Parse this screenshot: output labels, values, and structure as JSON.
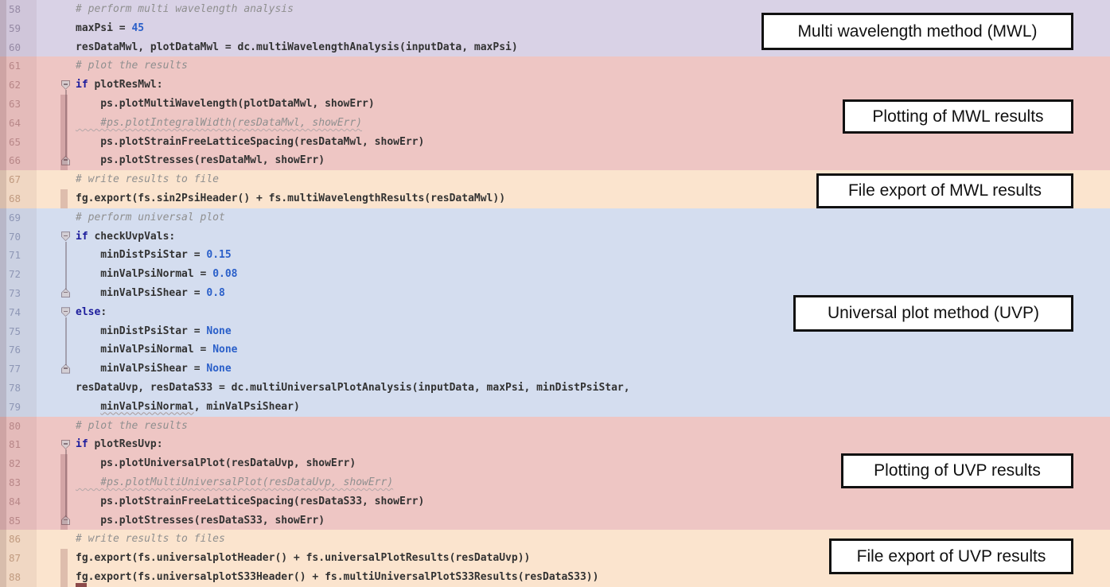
{
  "colors": {
    "band_purple": "#d9d2e6",
    "band_red": "#eec6c4",
    "band_orange": "#fbe4ce",
    "band_blue": "#d4ddef",
    "keyword": "#1c1c9c",
    "number": "#2a5fc9",
    "comment": "#8f8f8f",
    "text": "#323232",
    "box_border": "#111111",
    "box_bg": "#ffffff"
  },
  "editor": {
    "lines": [
      {
        "n": "58",
        "band": "purple",
        "fold": "none",
        "segs": [
          [
            "c",
            "# perform multi wavelength analysis"
          ]
        ]
      },
      {
        "n": "59",
        "band": "purple",
        "fold": "none",
        "segs": [
          [
            "d",
            "maxPsi = "
          ],
          [
            "n",
            "45"
          ]
        ]
      },
      {
        "n": "60",
        "band": "purple",
        "fold": "none",
        "segs": [
          [
            "d",
            "resDataMwl, plotDataMwl = dc.multiWavelengthAnalysis(inputData, maxPsi)"
          ]
        ]
      },
      {
        "n": "61",
        "band": "red",
        "fold": "none",
        "segs": [
          [
            "c",
            "# plot the results"
          ]
        ]
      },
      {
        "n": "62",
        "band": "red",
        "fold": "open",
        "segs": [
          [
            "k",
            "if"
          ],
          [
            "d",
            " plotResMwl:"
          ]
        ]
      },
      {
        "n": "63",
        "band": "red",
        "fold": "none",
        "segs": [
          [
            "d",
            "    ps.plotMultiWavelength(plotDataMwl, showErr)"
          ]
        ]
      },
      {
        "n": "64",
        "band": "red",
        "fold": "none",
        "segs": [
          [
            "cu",
            "    #ps.plotIntegralWidth(resDataMwl, showErr)"
          ]
        ]
      },
      {
        "n": "65",
        "band": "red",
        "fold": "none",
        "segs": [
          [
            "d",
            "    ps.plotStrainFreeLatticeSpacing(resDataMwl, showErr)"
          ]
        ]
      },
      {
        "n": "66",
        "band": "red",
        "fold": "close",
        "segs": [
          [
            "d",
            "    ps.plotStresses(resDataMwl, showErr)"
          ]
        ]
      },
      {
        "n": "67",
        "band": "orange",
        "fold": "none",
        "segs": [
          [
            "c",
            "# write results to file"
          ]
        ]
      },
      {
        "n": "68",
        "band": "orange",
        "fold": "none",
        "segs": [
          [
            "d",
            "fg.export(fs.sin2PsiHeader() + fs.multiWavelengthResults(resDataMwl))"
          ]
        ]
      },
      {
        "n": "69",
        "band": "blue",
        "fold": "none",
        "segs": [
          [
            "c",
            "# perform universal plot"
          ]
        ]
      },
      {
        "n": "70",
        "band": "blue",
        "fold": "open",
        "segs": [
          [
            "k",
            "if"
          ],
          [
            "d",
            " checkUvpVals:"
          ]
        ]
      },
      {
        "n": "71",
        "band": "blue",
        "fold": "none",
        "segs": [
          [
            "d",
            "    minDistPsiStar = "
          ],
          [
            "n",
            "0.15"
          ]
        ]
      },
      {
        "n": "72",
        "band": "blue",
        "fold": "none",
        "segs": [
          [
            "d",
            "    minValPsiNormal = "
          ],
          [
            "n",
            "0.08"
          ]
        ]
      },
      {
        "n": "73",
        "band": "blue",
        "fold": "close",
        "segs": [
          [
            "d",
            "    minValPsiShear = "
          ],
          [
            "n",
            "0.8"
          ]
        ]
      },
      {
        "n": "74",
        "band": "blue",
        "fold": "open",
        "segs": [
          [
            "k",
            "else"
          ],
          [
            "d",
            ":"
          ]
        ]
      },
      {
        "n": "75",
        "band": "blue",
        "fold": "none",
        "segs": [
          [
            "d",
            "    minDistPsiStar = "
          ],
          [
            "n",
            "None"
          ]
        ]
      },
      {
        "n": "76",
        "band": "blue",
        "fold": "none",
        "segs": [
          [
            "d",
            "    minValPsiNormal = "
          ],
          [
            "n",
            "None"
          ]
        ]
      },
      {
        "n": "77",
        "band": "blue",
        "fold": "close",
        "segs": [
          [
            "d",
            "    minValPsiShear = "
          ],
          [
            "n",
            "None"
          ]
        ]
      },
      {
        "n": "78",
        "band": "blue",
        "fold": "none",
        "segs": [
          [
            "d",
            "resDataUvp, resDataS33 = dc.multiUniversalPlotAnalysis(inputData, maxPsi, minDistPsiStar,"
          ]
        ]
      },
      {
        "n": "79",
        "band": "blue",
        "fold": "none",
        "segs": [
          [
            "d",
            "    "
          ],
          [
            "du",
            "minValPsiNormal"
          ],
          [
            "d",
            ", minValPsiShear)"
          ]
        ]
      },
      {
        "n": "80",
        "band": "red",
        "fold": "none",
        "segs": [
          [
            "c",
            "# plot the results"
          ]
        ]
      },
      {
        "n": "81",
        "band": "red",
        "fold": "open",
        "segs": [
          [
            "k",
            "if"
          ],
          [
            "d",
            " plotResUvp:"
          ]
        ]
      },
      {
        "n": "82",
        "band": "red",
        "fold": "none",
        "segs": [
          [
            "d",
            "    ps.plotUniversalPlot(resDataUvp, showErr)"
          ]
        ]
      },
      {
        "n": "83",
        "band": "red",
        "fold": "none",
        "segs": [
          [
            "cu",
            "    #ps.plotMultiUniversalPlot(resDataUvp, showErr)"
          ]
        ]
      },
      {
        "n": "84",
        "band": "red",
        "fold": "none",
        "segs": [
          [
            "d",
            "    ps.plotStrainFreeLatticeSpacing(resDataS33, showErr)"
          ]
        ]
      },
      {
        "n": "85",
        "band": "red",
        "fold": "close",
        "segs": [
          [
            "d",
            "    ps.plotStresses(resDataS33, showErr)"
          ]
        ]
      },
      {
        "n": "86",
        "band": "orange",
        "fold": "none",
        "segs": [
          [
            "c",
            "# write results to files"
          ]
        ]
      },
      {
        "n": "87",
        "band": "orange",
        "fold": "none",
        "segs": [
          [
            "d",
            "fg.export(fs.universalplotHeader() + fs.universalPlotResults(resDataUvp))"
          ]
        ]
      },
      {
        "n": "88",
        "band": "orange",
        "fold": "none",
        "segs": [
          [
            "d",
            "fg.export(fs.universalplotS33Header() + fs.multiUniversalPlotS33Results(resDataS33))"
          ]
        ]
      }
    ],
    "fold_regions": [
      [
        62,
        66
      ],
      [
        70,
        73
      ],
      [
        74,
        77
      ],
      [
        81,
        85
      ]
    ],
    "change_bars": [
      [
        63,
        66
      ],
      [
        68,
        68
      ],
      [
        82,
        85
      ],
      [
        87,
        88
      ]
    ]
  },
  "annotations": [
    {
      "label": "Multi wavelength method (MWL)"
    },
    {
      "label": "Plotting of MWL results"
    },
    {
      "label": "File export of MWL results"
    },
    {
      "label": "Universal plot method (UVP)"
    },
    {
      "label": "Plotting of UVP results"
    },
    {
      "label": "File export of UVP results"
    }
  ]
}
